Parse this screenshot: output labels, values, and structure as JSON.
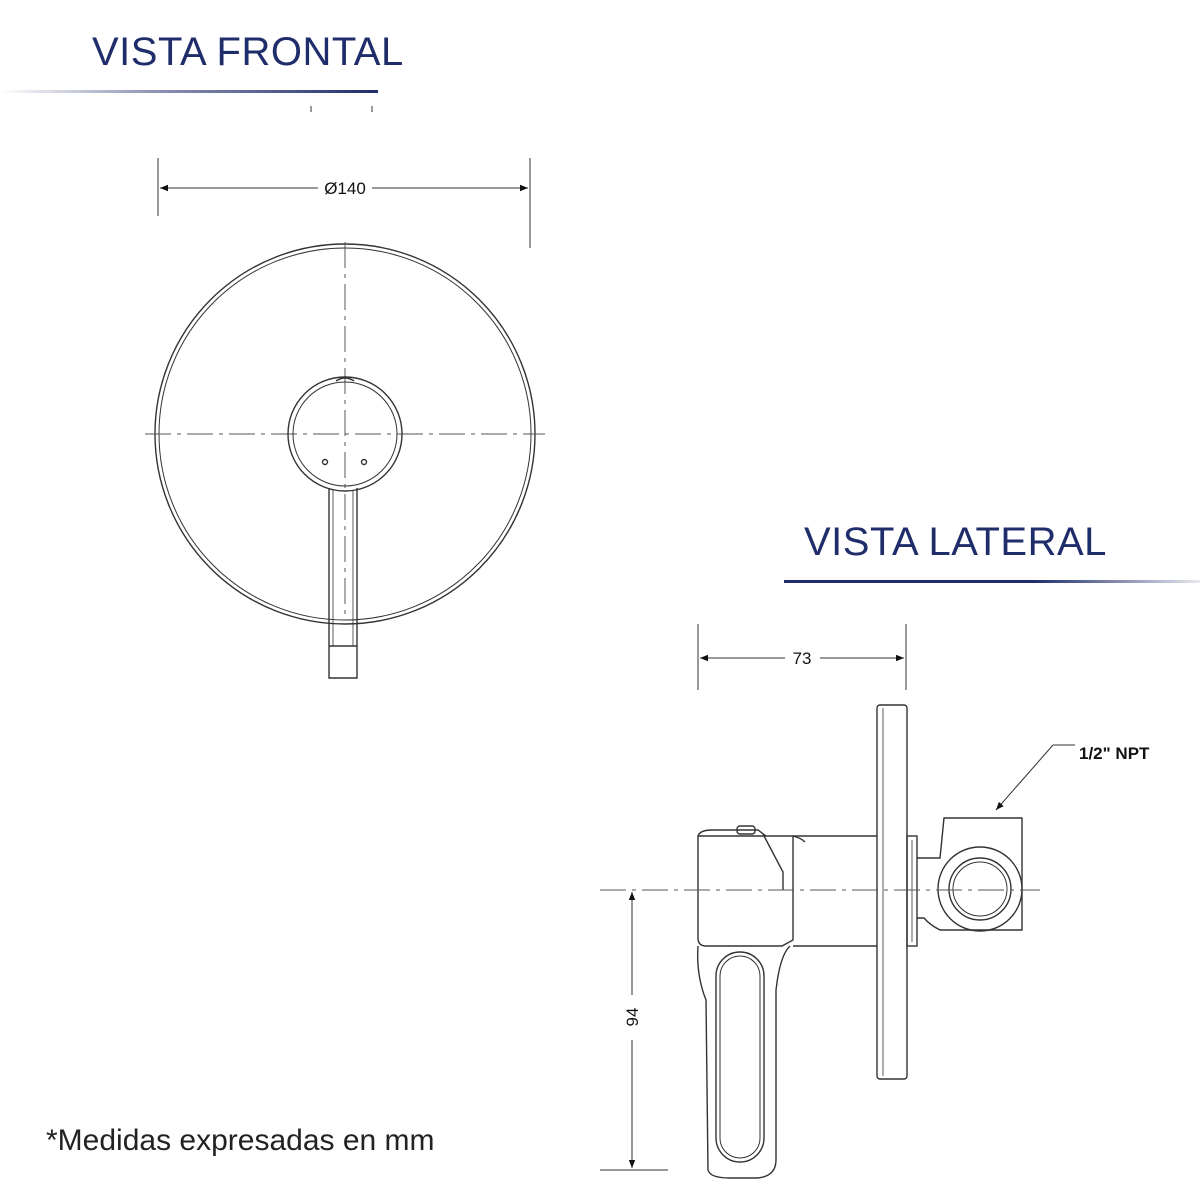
{
  "front_view": {
    "title": "VISTA FRONTAL",
    "diameter_label": "Ø140"
  },
  "side_view": {
    "title": "VISTA LATERAL",
    "depth_label": "73",
    "height_label": "94",
    "thread_label": "1/2\" NPT"
  },
  "footnote": "*Medidas expresadas en mm",
  "colors": {
    "title": "#1f2d6b",
    "line": "#333333"
  }
}
